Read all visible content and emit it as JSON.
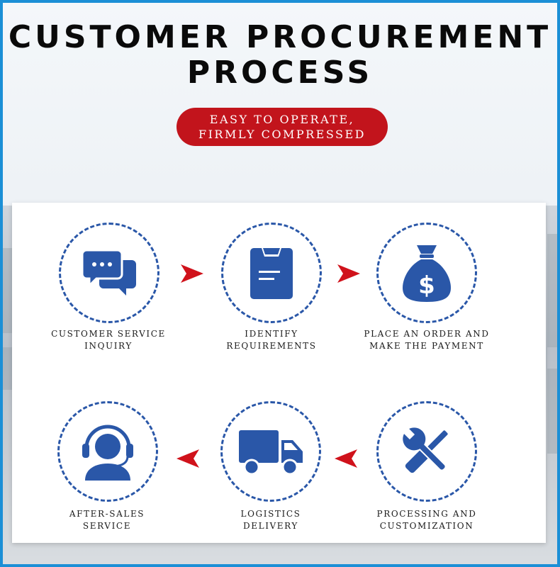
{
  "title": {
    "line1": "CUSTOMER PROCUREMENT",
    "line2": "PROCESS"
  },
  "badge": {
    "line1": "EASY TO OPERATE,",
    "line2": "FIRMLY COMPRESSED"
  },
  "steps": [
    {
      "icon": "chat-bubbles-icon",
      "line1": "CUSTOMER SERVICE",
      "line2": "INQUIRY"
    },
    {
      "icon": "clipboard-icon",
      "line1": "IDENTIFY",
      "line2": "REQUIREMENTS"
    },
    {
      "icon": "money-bag-icon",
      "line1": "PLACE AN ORDER AND",
      "line2": "MAKE THE PAYMENT"
    },
    {
      "icon": "tools-icon",
      "line1": "PROCESSING AND",
      "line2": "CUSTOMIZATION"
    },
    {
      "icon": "delivery-truck-icon",
      "line1": "LOGISTICS",
      "line2": "DELIVERY"
    },
    {
      "icon": "headset-agent-icon",
      "line1": "AFTER-SALES",
      "line2": "SERVICE"
    }
  ],
  "colors": {
    "icon_blue": "#2a57a8",
    "arrow_red": "#d0121b",
    "badge_red": "#c2141c",
    "frame_blue": "#1b8fd6"
  }
}
